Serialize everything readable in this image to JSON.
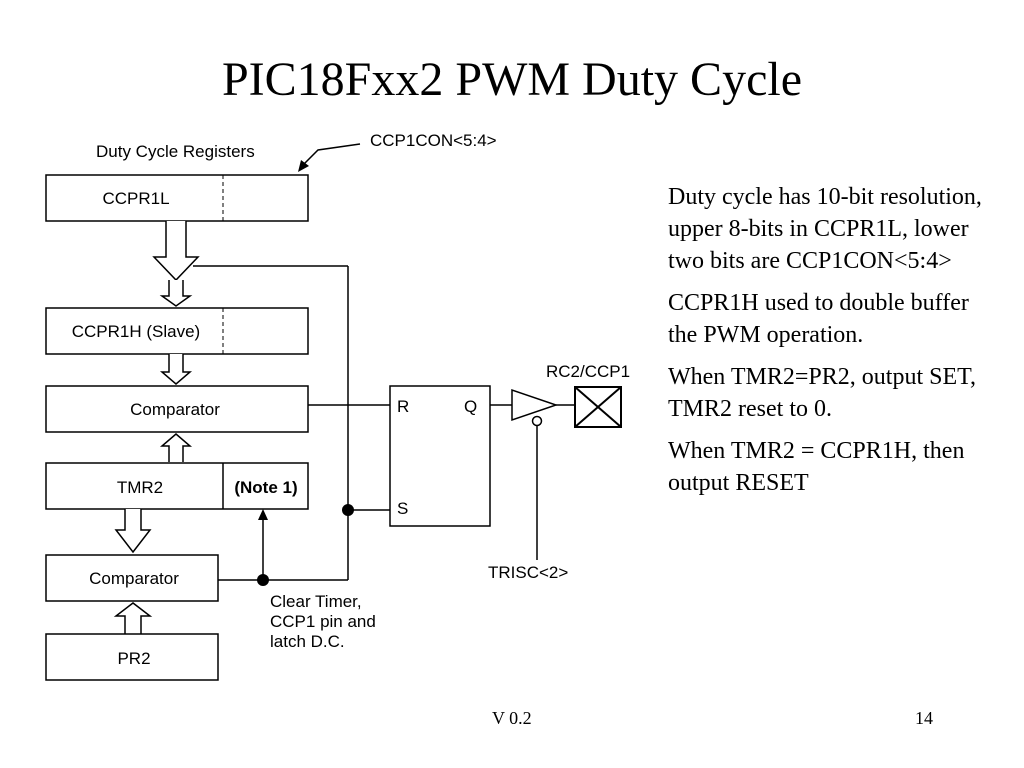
{
  "title": "PIC18Fxx2 PWM Duty Cycle",
  "diagram": {
    "duty_cycle_registers_label": "Duty Cycle Registers",
    "ccp1con_label": "CCP1CON<5:4>",
    "ccpr1l_label": "CCPR1L",
    "ccpr1h_label": "CCPR1H (Slave)",
    "comparator_top_label": "Comparator",
    "tmr2_label": "TMR2",
    "note_label": "(Note 1)",
    "comparator_bottom_label": "Comparator",
    "pr2_label": "PR2",
    "latch_r_label": "R",
    "latch_q_label": "Q",
    "latch_s_label": "S",
    "pin_label": "RC2/CCP1",
    "trisc_label": "TRISC<2>",
    "clear_timer_lines": [
      "Clear Timer,",
      "CCP1 pin and",
      "latch D.C."
    ]
  },
  "bullets": [
    "Duty cycle has 10-bit resolution, upper 8-bits in CCPR1L, lower two bits are CCP1CON<5:4>",
    "CCPR1H used to double buffer the PWM operation.",
    "When TMR2=PR2, output SET, TMR2 reset to 0.",
    "When TMR2 = CCPR1H, then output RESET"
  ],
  "footer": {
    "version": "V 0.2",
    "page_number": "14"
  }
}
